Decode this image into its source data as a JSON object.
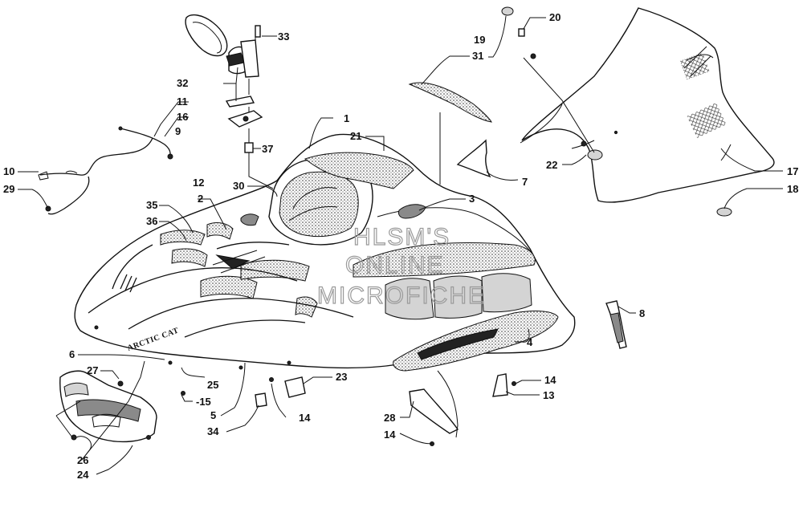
{
  "watermark": {
    "line1": "HLSM'S",
    "line2": "ONLINE",
    "line3": "MICROFICHE"
  },
  "decal_text": "ARCTIC CAT",
  "callouts": [
    {
      "id": "c1",
      "text": "1"
    },
    {
      "id": "c2",
      "text": "2"
    },
    {
      "id": "c3",
      "text": "3"
    },
    {
      "id": "c4",
      "text": "4"
    },
    {
      "id": "c5",
      "text": "5"
    },
    {
      "id": "c6",
      "text": "6"
    },
    {
      "id": "c7",
      "text": "7"
    },
    {
      "id": "c8",
      "text": "8"
    },
    {
      "id": "c9",
      "text": "9"
    },
    {
      "id": "c10",
      "text": "10"
    },
    {
      "id": "c11",
      "text": "11"
    },
    {
      "id": "c12",
      "text": "12"
    },
    {
      "id": "c13",
      "text": "13"
    },
    {
      "id": "c14a",
      "text": "14"
    },
    {
      "id": "c14b",
      "text": "14"
    },
    {
      "id": "c14c",
      "text": "14"
    },
    {
      "id": "c15",
      "text": "-15"
    },
    {
      "id": "c16",
      "text": "16"
    },
    {
      "id": "c17",
      "text": "17"
    },
    {
      "id": "c18",
      "text": "18"
    },
    {
      "id": "c19",
      "text": "19"
    },
    {
      "id": "c20",
      "text": "20"
    },
    {
      "id": "c21",
      "text": "21"
    },
    {
      "id": "c22",
      "text": "22"
    },
    {
      "id": "c23",
      "text": "23"
    },
    {
      "id": "c24",
      "text": "24"
    },
    {
      "id": "c25",
      "text": "25"
    },
    {
      "id": "c26",
      "text": "26"
    },
    {
      "id": "c27",
      "text": "27"
    },
    {
      "id": "c28",
      "text": "28"
    },
    {
      "id": "c29",
      "text": "29"
    },
    {
      "id": "c30",
      "text": "30"
    },
    {
      "id": "c31",
      "text": "31"
    },
    {
      "id": "c32",
      "text": "32"
    },
    {
      "id": "c33",
      "text": "33"
    },
    {
      "id": "c34",
      "text": "34"
    },
    {
      "id": "c35",
      "text": "35"
    },
    {
      "id": "c36",
      "text": "36"
    },
    {
      "id": "c37",
      "text": "37"
    }
  ]
}
